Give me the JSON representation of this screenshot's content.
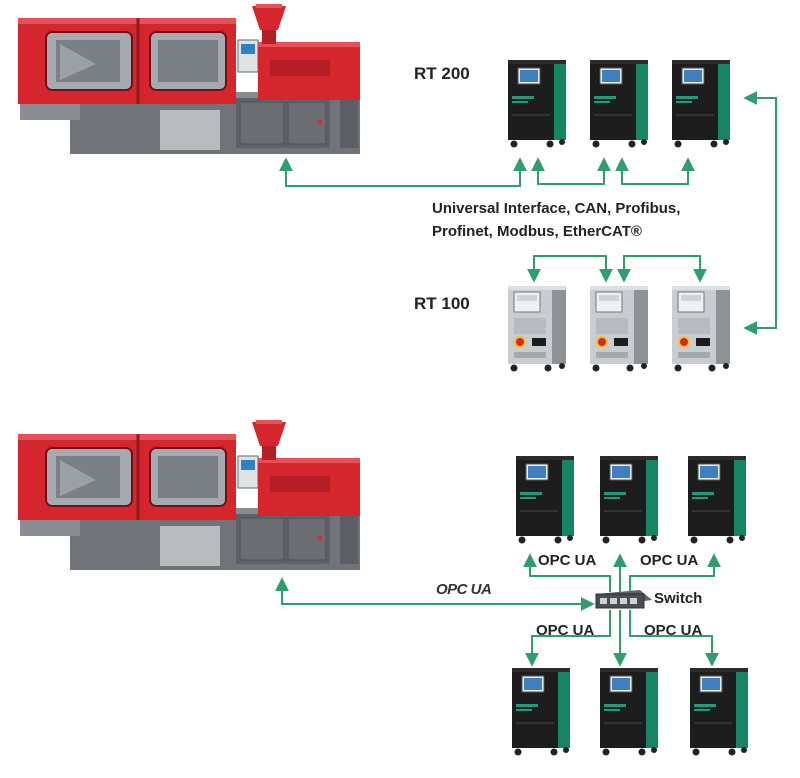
{
  "labels": {
    "rt200": "RT 200",
    "interfaces_line1": "Universal Interface, CAN, Profibus,",
    "interfaces_line2": "Profinet, Modbus, EtherCAT®",
    "rt100": "RT 100",
    "opc_logo": "OPC UA",
    "switch": "Switch",
    "opc_top_left": "OPC UA",
    "opc_top_right": "OPC UA",
    "opc_bottom_left": "OPC UA",
    "opc_bottom_right": "OPC UA"
  },
  "colors": {
    "connection_line": "#2f9e6e",
    "machine_red": "#d5262e",
    "machine_gray": "#6f7378",
    "rt200_green": "#1e9b7a",
    "rt200_black": "#1d1d1d",
    "rt100_silver": "#c9cdd1",
    "rt100_red_button": "#d42a2a"
  }
}
